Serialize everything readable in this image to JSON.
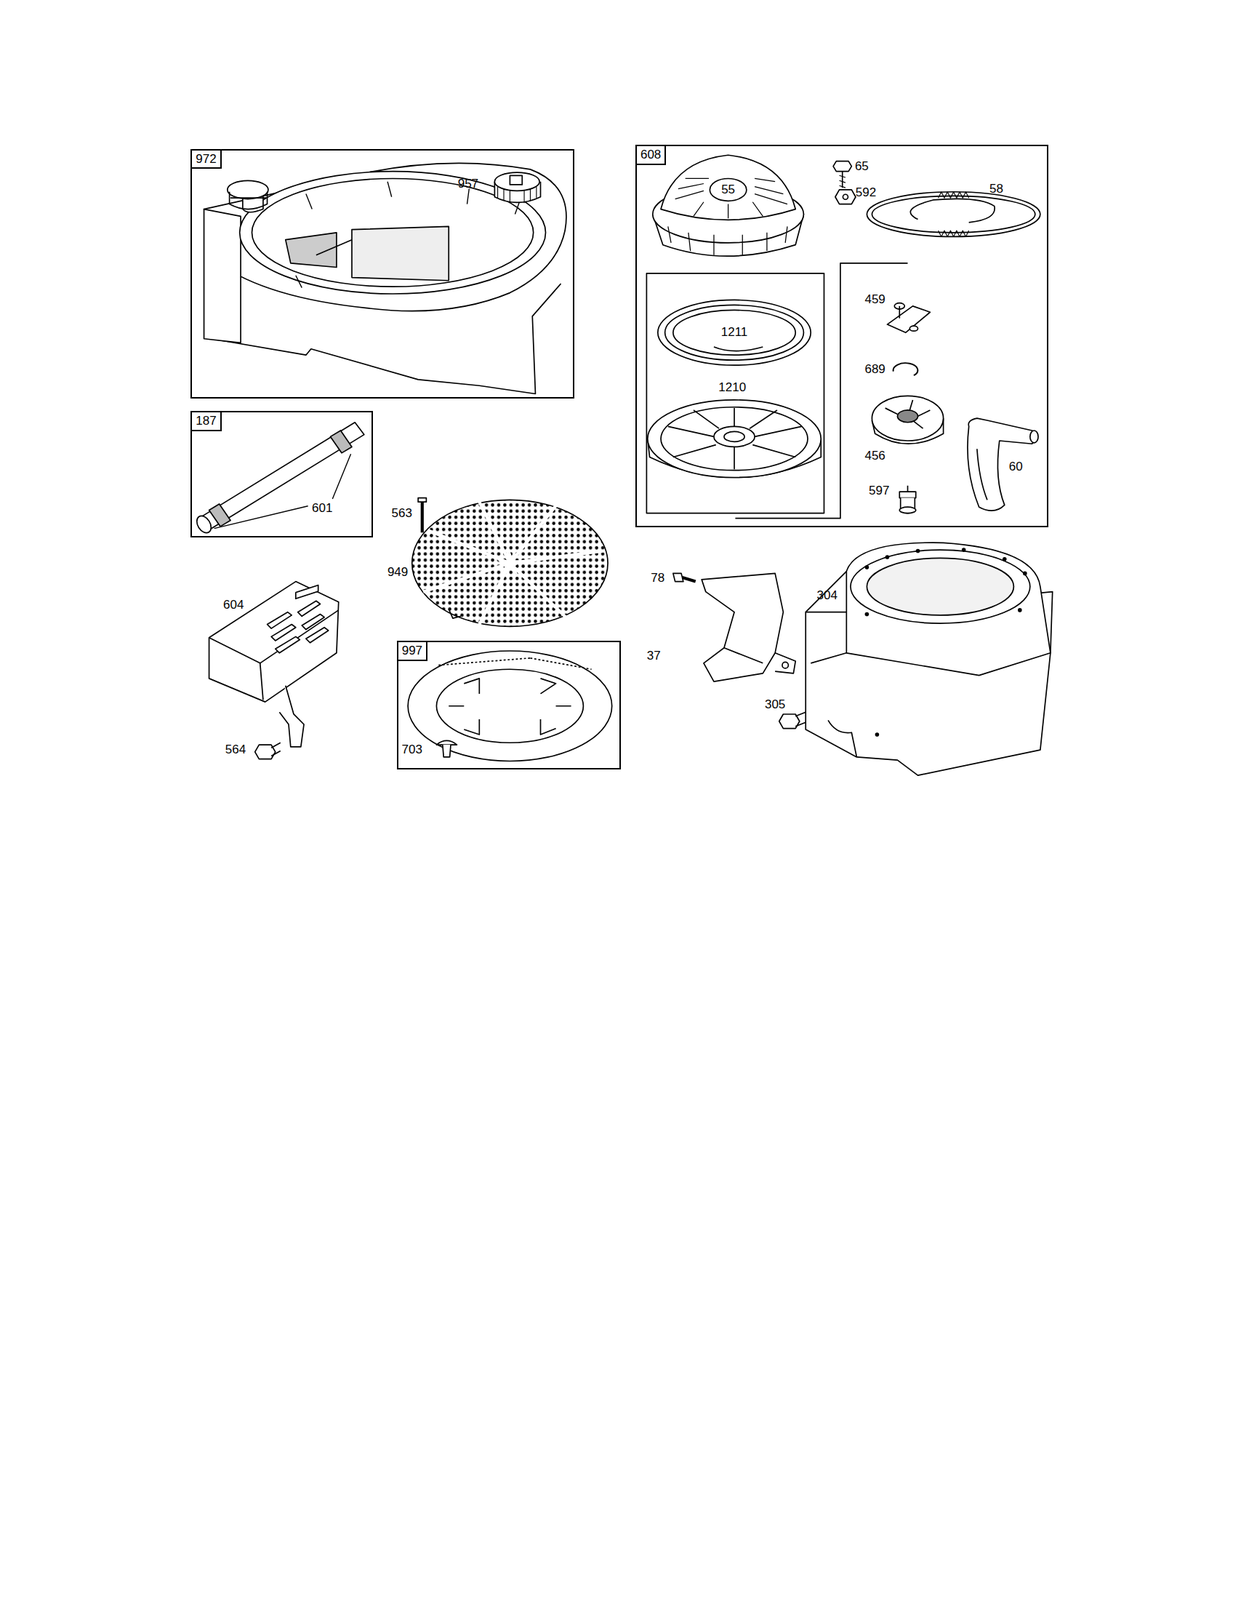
{
  "diagram": {
    "nodes": [
      {
        "text": [
          "972"
        ]
      },
      {
        "text": [
          "187"
        ]
      },
      {
        "text": [
          "608"
        ]
      },
      {
        "text": [
          "997"
        ]
      }
    ],
    "labels": [
      "957",
      "65",
      "592",
      "55",
      "58",
      "459",
      "1211",
      "689",
      "1210",
      "456",
      "60",
      "597",
      "601",
      "563",
      "949",
      "78",
      "304",
      "604",
      "37",
      "305",
      "564",
      "703"
    ]
  }
}
